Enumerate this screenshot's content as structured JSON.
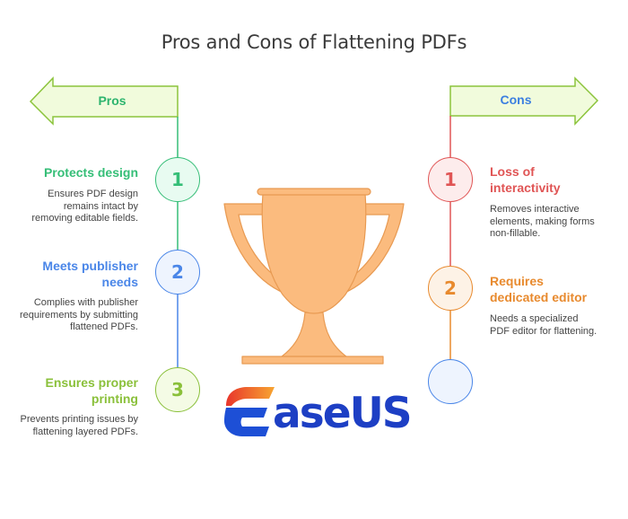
{
  "title": "Pros and Cons of Flattening PDFs",
  "colors": {
    "arrow_fill": "#f1fbdc",
    "arrow_stroke": "#8cc43c",
    "pros_label": "#2db46e",
    "cons_label": "#3b7fe0",
    "green": "#35be77",
    "blue": "#4a86e8",
    "lime": "#8ac03a",
    "red": "#e05555",
    "orange": "#e88a2e",
    "trophy_fill": "#fbbb7e",
    "trophy_stroke": "#e89a52"
  },
  "pros": {
    "label": "Pros",
    "items": [
      {
        "number": "1",
        "heading": "Protects design",
        "description": "Ensures PDF design remains intact by removing editable fields."
      },
      {
        "number": "2",
        "heading": "Meets publisher needs",
        "description": "Complies with publisher requirements by submitting flattened PDFs."
      },
      {
        "number": "3",
        "heading": "Ensures proper printing",
        "description": "Prevents printing issues by flattening layered PDFs."
      }
    ]
  },
  "cons": {
    "label": "Cons",
    "items": [
      {
        "number": "1",
        "heading": "Loss of interactivity",
        "description": "Removes interactive elements, making forms non-fillable."
      },
      {
        "number": "2",
        "heading": "Requires dedicated editor",
        "description": "Needs a specialized PDF editor for flattening."
      },
      {
        "number": "",
        "heading": "",
        "description": ""
      }
    ]
  },
  "center_icon": "trophy-icon",
  "logo": {
    "text_main": "aseUS",
    "brand": "EaseUS"
  }
}
